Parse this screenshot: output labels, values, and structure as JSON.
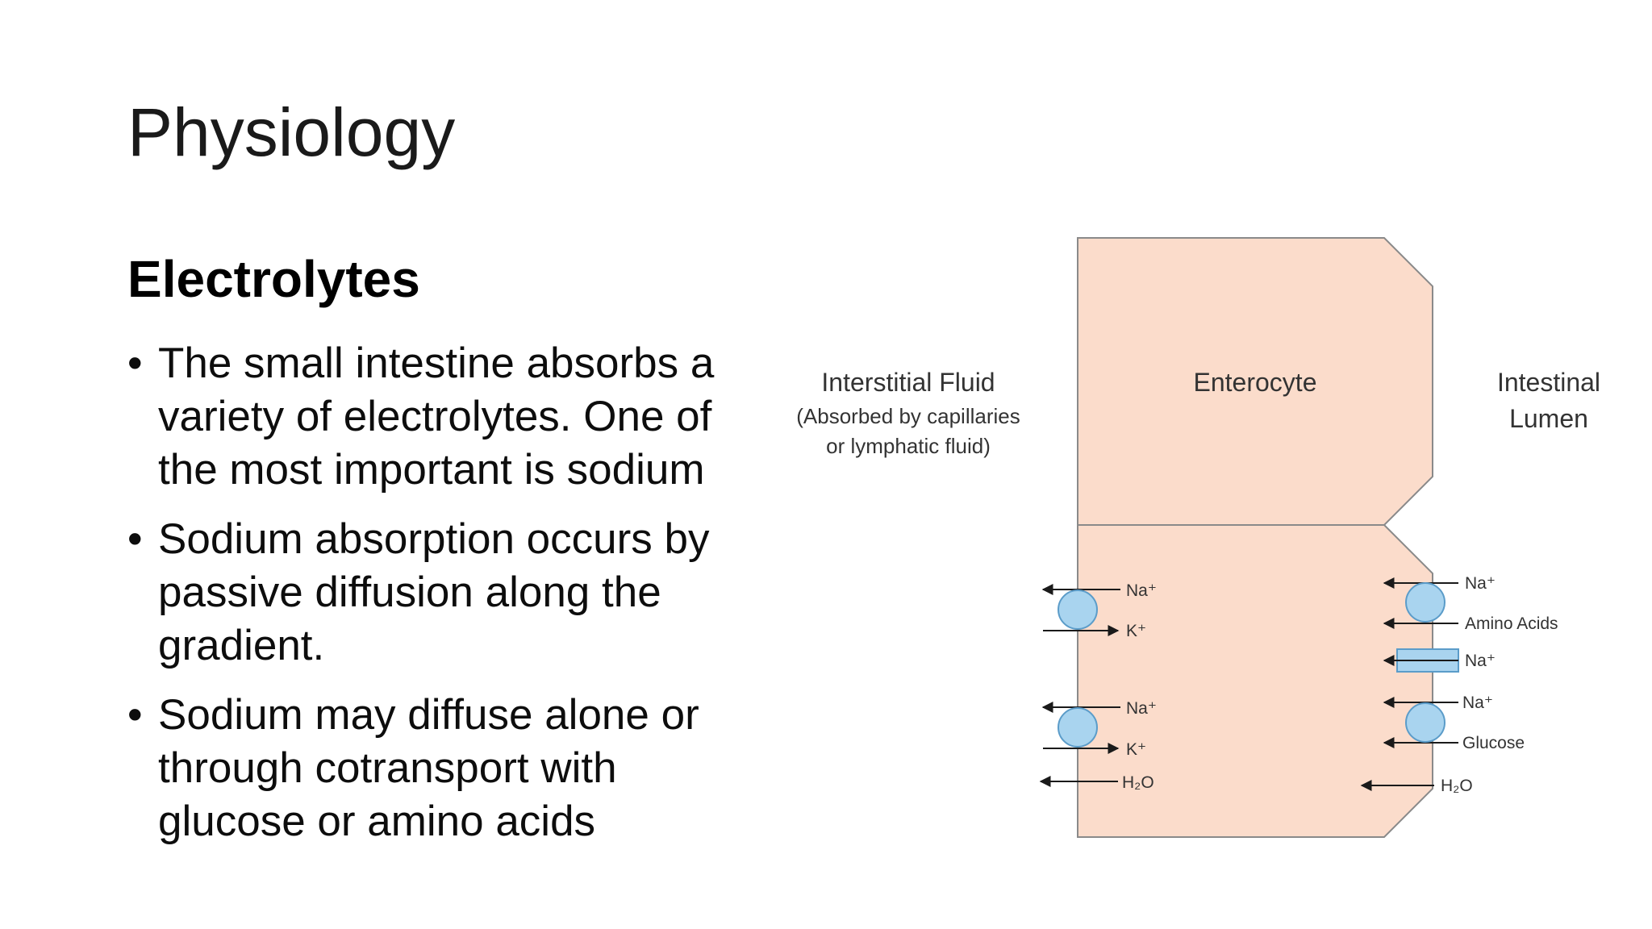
{
  "slide": {
    "title": "Physiology",
    "heading": "Electrolytes",
    "bullets": [
      "The small intestine absorbs a variety of electrolytes. One of the most important is sodium",
      "Sodium absorption occurs by passive diffusion along the gradient.",
      "Sodium may diffuse alone or through cotransport with glucose or amino acids"
    ]
  },
  "diagram": {
    "cell_label": "Enterocyte",
    "interstitial": {
      "label": "Interstitial Fluid",
      "sublabel_line1": "(Absorbed by capillaries",
      "sublabel_line2": "or lymphatic fluid)"
    },
    "lumen": {
      "label_line1": "Intestinal",
      "label_line2": "Lumen"
    },
    "basolateral_ions": [
      "Na⁺",
      "K⁺",
      "Na⁺",
      "K⁺",
      "H₂O"
    ],
    "apical_ions": [
      "Na⁺",
      "Amino Acids",
      "Na⁺",
      "Na⁺",
      "Glucose",
      "H₂O"
    ],
    "colors": {
      "cell_fill": "#fbdccb",
      "cell_stroke": "#8a8a8a",
      "transporter_fill": "#a9d4ef",
      "transporter_stroke": "#5b9cc9",
      "arrow": "#1a1a1a"
    }
  }
}
